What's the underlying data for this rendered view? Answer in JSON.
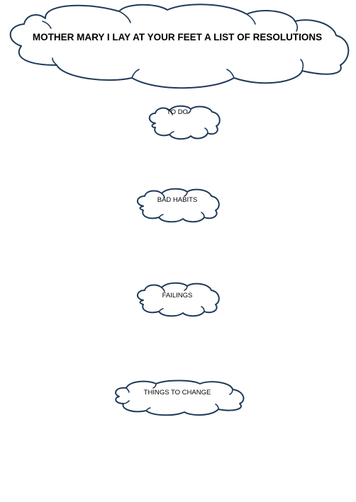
{
  "title_cloud": {
    "label": "MOTHER MARY I LAY AT YOUR FEET A LIST OF RESOLUTIONS"
  },
  "clouds": [
    {
      "label": "TO DO"
    },
    {
      "label": "BAD HABITS"
    },
    {
      "label": "FAILINGS"
    },
    {
      "label": "THINGS TO CHANGE"
    }
  ],
  "colors": {
    "outline": "#1f3a5a",
    "fill": "#ffffff",
    "text": "#000000"
  }
}
